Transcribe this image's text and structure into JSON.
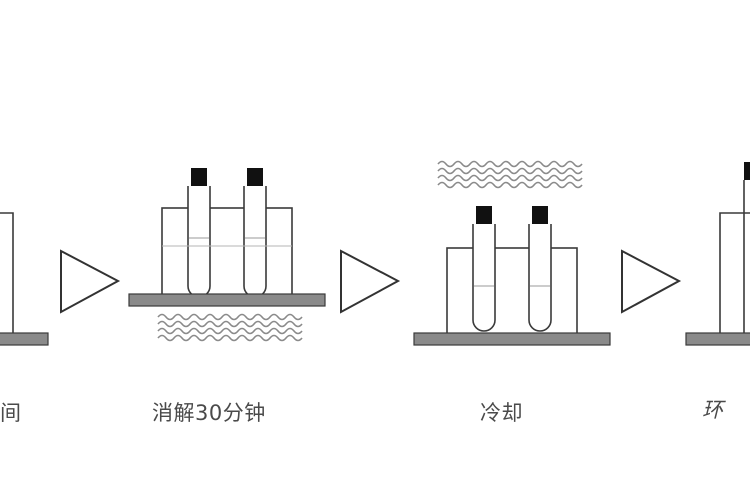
{
  "steps": [
    {
      "label": "间"
    },
    {
      "label": "消解30分钟"
    },
    {
      "label": "冷却"
    },
    {
      "label": "环"
    }
  ],
  "colors": {
    "line": "#3a3a3a",
    "platform": "#8a8a8a",
    "cap": "#111111",
    "liquid": "#9a9a9a",
    "text": "#4a4a4a"
  }
}
